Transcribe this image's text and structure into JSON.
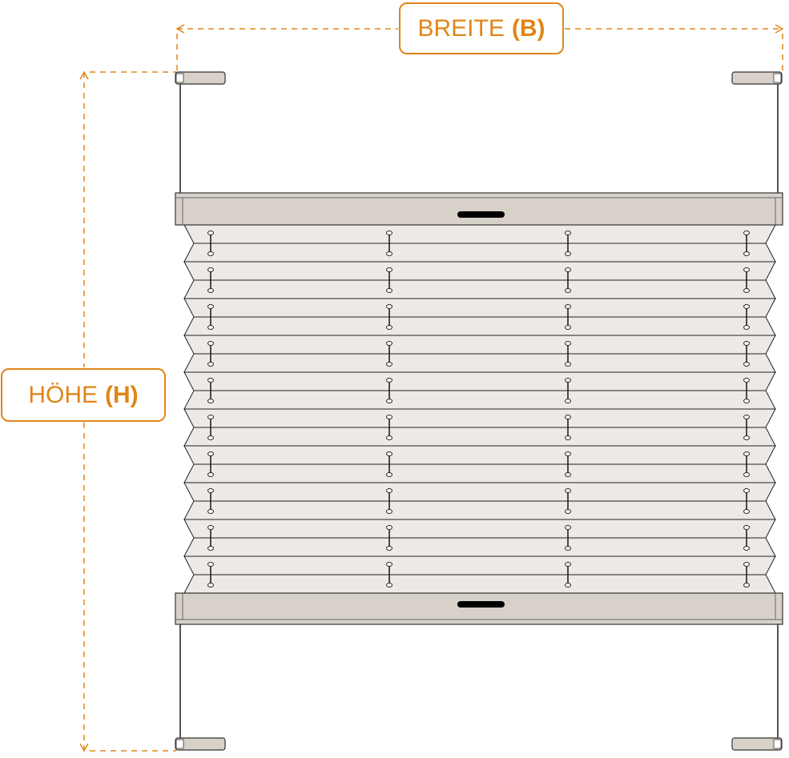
{
  "labels": {
    "width": {
      "word": "BREITE",
      "symbol": "(B)"
    },
    "height": {
      "word": "HÖHE",
      "symbol": "(H)"
    }
  },
  "colors": {
    "accent": "#e08519",
    "rail": "#d8d1ca",
    "fabric": "#ede9e5",
    "line": "#222222",
    "handle": "#000000"
  },
  "diagram": {
    "pleat_count": 10,
    "cord_columns": 4
  }
}
